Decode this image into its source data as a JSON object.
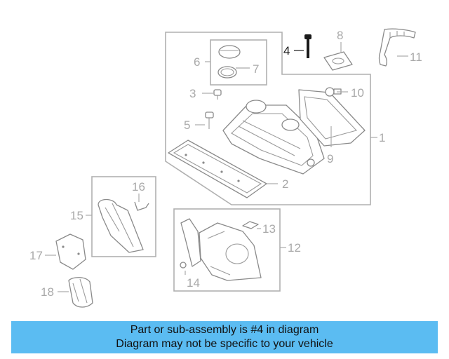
{
  "diagram": {
    "highlighted_part": "4",
    "callouts": {
      "c1": "1",
      "c2": "2",
      "c3": "3",
      "c4": "4",
      "c5": "5",
      "c6": "6",
      "c7": "7",
      "c8": "8",
      "c9": "9",
      "c10": "10",
      "c11": "11",
      "c12": "12",
      "c13": "13",
      "c14": "14",
      "c15": "15",
      "c16": "16",
      "c17": "17",
      "c18": "18"
    },
    "colors": {
      "parts": "#8a8a8a",
      "callout_text": "#a9a9a9",
      "highlight": "#1a1a1a"
    }
  },
  "banner": {
    "line1": "Part or sub-assembly is #4 in diagram",
    "line2": "Diagram may not be specific to your vehicle",
    "color": "#5bbcf2"
  }
}
